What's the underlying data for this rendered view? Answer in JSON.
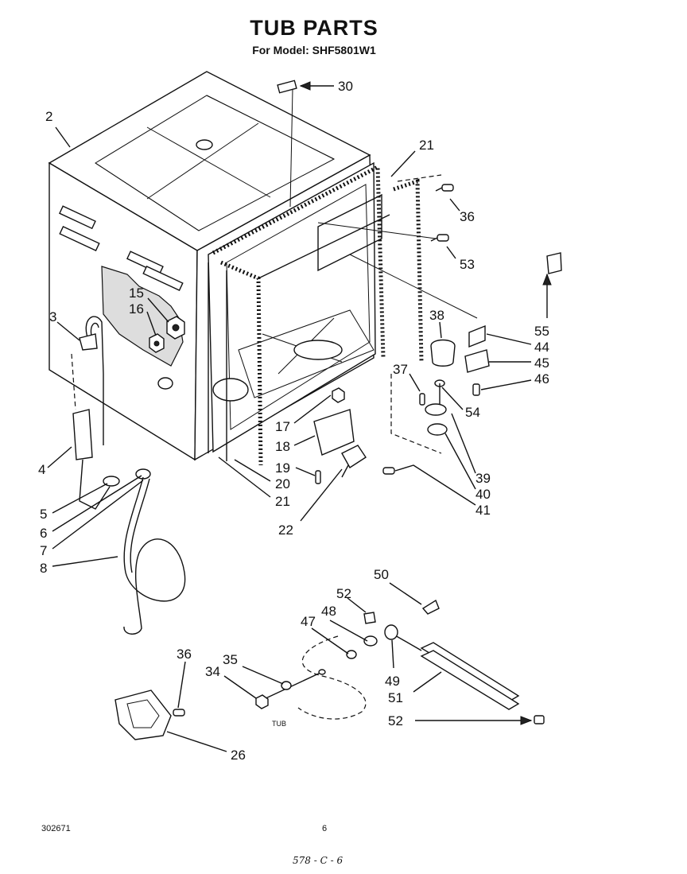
{
  "header": {
    "title": "TUB PARTS",
    "subtitle": "For Model: SHF5801W1"
  },
  "callouts": {
    "c30": "30",
    "c2": "2",
    "c21a": "21",
    "c36a": "36",
    "c53": "53",
    "c55": "55",
    "c44": "44",
    "c45": "45",
    "c46": "46",
    "c38": "38",
    "c15": "15",
    "c16": "16",
    "c3": "3",
    "c37": "37",
    "c54": "54",
    "c17": "17",
    "c18": "18",
    "c19": "19",
    "c20": "20",
    "c21b": "21",
    "c22": "22",
    "c39": "39",
    "c40": "40",
    "c41": "41",
    "c4": "4",
    "c5": "5",
    "c6": "6",
    "c7": "7",
    "c8": "8",
    "c50": "50",
    "c52a": "52",
    "c48": "48",
    "c47": "47",
    "c49": "49",
    "c51": "51",
    "c52b": "52",
    "c36b": "36",
    "c35": "35",
    "c34": "34",
    "c26": "26"
  },
  "diagram_labels": {
    "tub": "TUB"
  },
  "footer": {
    "doc_number": "302671",
    "page_number": "6",
    "handwritten": "578 - C - 6"
  }
}
